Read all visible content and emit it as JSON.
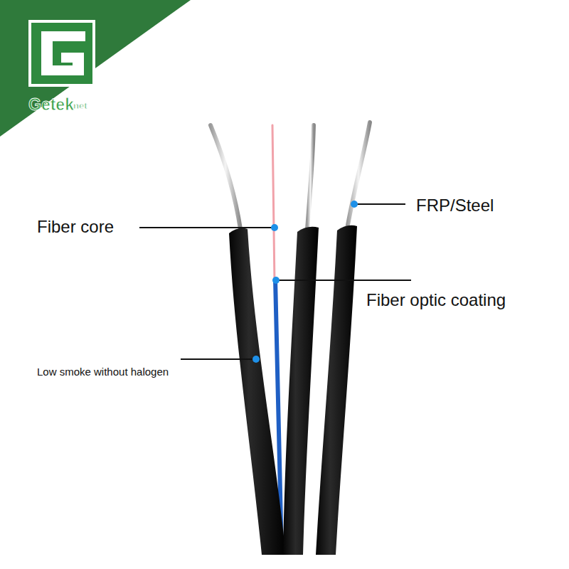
{
  "diagram": {
    "labels": [
      "Getek",
      "net",
      "®",
      "FRP/Steel",
      "Fiber core",
      "Fiber optic coating",
      "Low smoke without halogen"
    ]
  }
}
